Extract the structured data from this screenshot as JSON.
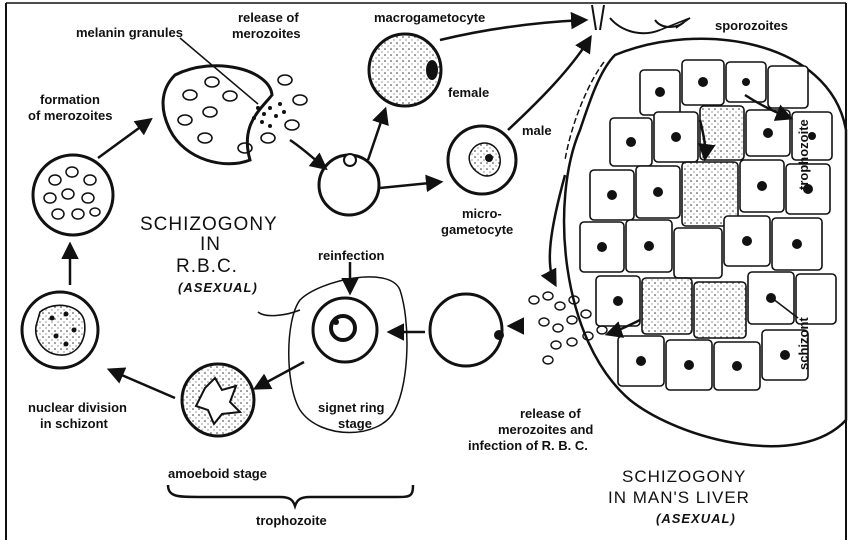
{
  "labels": {
    "melanin_granules": "melanin granules",
    "release_of_merozoites_1": "release of",
    "release_of_merozoites_2": "merozoites",
    "macrogametocyte": "macrogametocyte",
    "sporozoites": "sporozoites",
    "female": "female",
    "male": "male",
    "formation_of_merozoites_1": "formation",
    "formation_of_merozoites_2": "of merozoites",
    "microgametocyte_1": "micro-",
    "microgametocyte_2": "gametocyte",
    "trophozoite_liver": "trophozoite",
    "schizont_liver": "schizont",
    "reinfection": "reinfection",
    "signet_ring_1": "signet ring",
    "signet_ring_2": "stage",
    "nuclear_division_1": "nuclear division",
    "nuclear_division_2": "in schizont",
    "release_infection_1": "release of",
    "release_infection_2": "merozoites and",
    "release_infection_3": "infection of R. B. C.",
    "amoeboid_stage": "amoeboid stage",
    "trophozoite_bracket": "trophozoite"
  },
  "titles": {
    "rbc_line1": "SCHIZOGONY",
    "rbc_line2": "IN",
    "rbc_line3": "R.B.C.",
    "rbc_line4": "(ASEXUAL)",
    "liver_line1": "SCHIZOGONY",
    "liver_line2": "IN MAN'S LIVER",
    "liver_line3": "(ASEXUAL)"
  },
  "colors": {
    "ink": "#111111",
    "cell_fill": "#ffffff",
    "stipple": "#333333"
  }
}
